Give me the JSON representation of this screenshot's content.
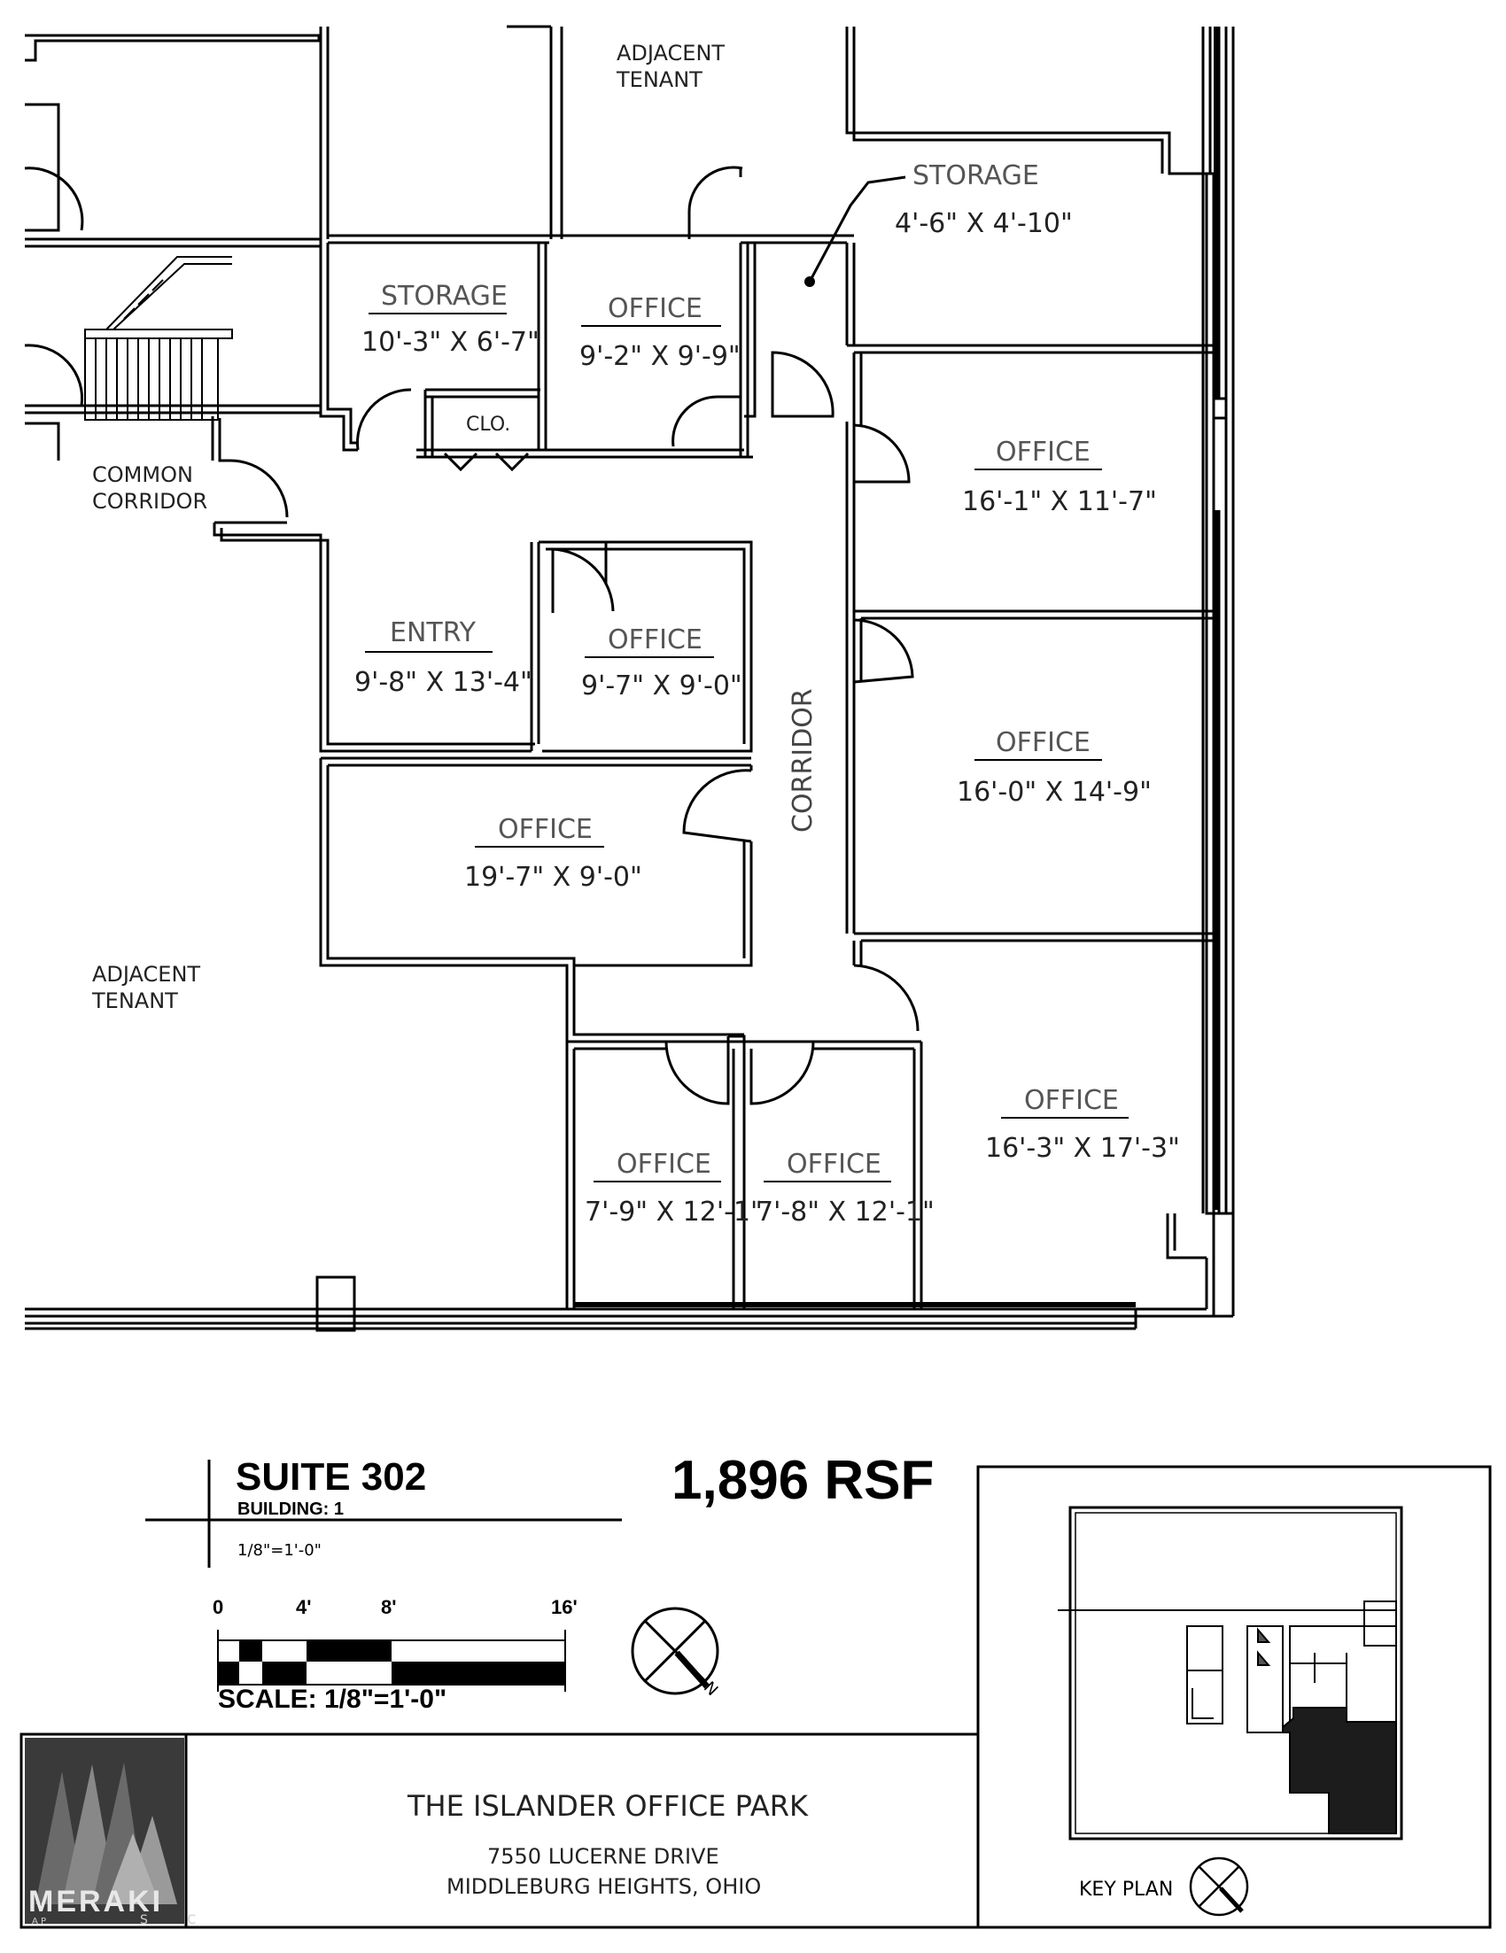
{
  "plan": {
    "rooms": {
      "adjacent_top_1": "ADJACENT",
      "adjacent_top_2": "TENANT",
      "storage_ne_name": "STORAGE",
      "storage_ne_dim": "4'-6\" X 4'-10\"",
      "storage_name": "STORAGE",
      "storage_dim": "10'-3\" X 6'-7\"",
      "office_a_name": "OFFICE",
      "office_a_dim": "9'-2\" X 9'-9\"",
      "closet": "CLO.",
      "office_b_name": "OFFICE",
      "office_b_dim": "16'-1\" X 11'-7\"",
      "common_1": "COMMON",
      "common_2": "CORRIDOR",
      "entry_name": "ENTRY",
      "entry_dim": "9'-8\" X 13'-4\"",
      "office_c_name": "OFFICE",
      "office_c_dim": "9'-7\" X 9'-0\"",
      "office_d_name": "OFFICE",
      "office_d_dim": "16'-0\" X 14'-9\"",
      "corridor": "CORRIDOR",
      "office_e_name": "OFFICE",
      "office_e_dim": "19'-7\" X 9'-0\"",
      "adjacent_left_1": "ADJACENT",
      "adjacent_left_2": "TENANT",
      "office_f_name": "OFFICE",
      "office_f_dim": "16'-3\" X 17'-3\"",
      "office_g_name": "OFFICE",
      "office_g_dim": "7'-9\" X 12'-1\"",
      "office_h_name": "OFFICE",
      "office_h_dim": "7'-8\" X 12'-1\""
    }
  },
  "titleblock": {
    "suite": "SUITE 302",
    "building": "BUILDING: 1",
    "scale_note": "1/8\"=1'-0\"",
    "rsf": "1,896 RSF",
    "scale_ticks": [
      "0",
      "4'",
      "8'",
      "16'"
    ],
    "scale_label": "SCALE: 1/8\"=1'-0\"",
    "north_letter": "N",
    "park_name": "THE ISLANDER OFFICE PARK",
    "address_1": "7550 LUCERNE DRIVE",
    "address_2": "MIDDLEBURG HEIGHTS, OHIO",
    "key_plan_label": "KEY PLAN",
    "logo_text": "MERAKI",
    "logo_sub_left": "A P",
    "logo_sub_right": "S C"
  }
}
